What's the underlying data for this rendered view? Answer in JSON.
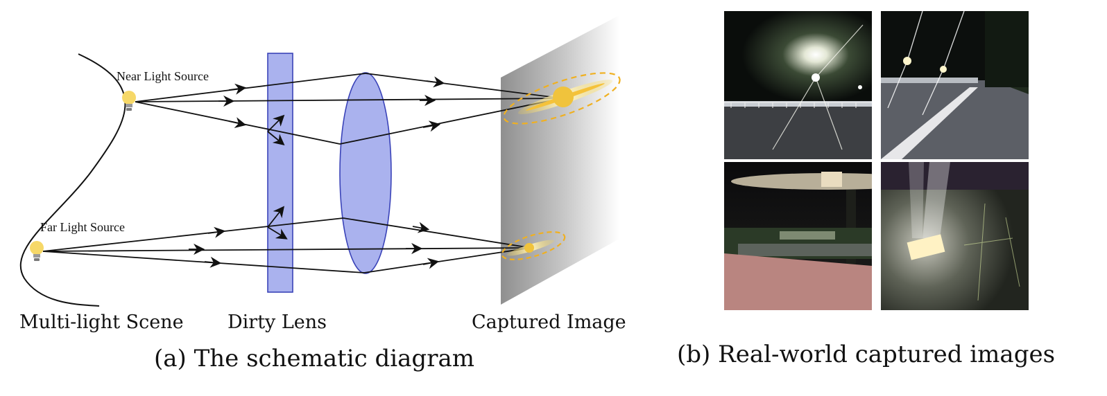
{
  "diagram": {
    "near_light_label": "Near Light Source",
    "far_light_label": "Far Light Source",
    "scene_label": "Multi-light Scene",
    "lens_label": "Dirty Lens",
    "image_label": "Captured Image"
  },
  "captions": {
    "a": "(a) The schematic diagram",
    "b": "(b) Real-world captured images"
  },
  "colors": {
    "lens_fill": "#aab2ee",
    "lens_stroke": "#3a43b8",
    "light_yellow": "#f0c33c",
    "flare_dash": "#f0b020",
    "sensor_dark": "#8f8f8f",
    "sensor_light": "#ffffff"
  },
  "photos": [
    {
      "name": "photo-street-near-lights",
      "scene": "night road with streetlights and fence"
    },
    {
      "name": "photo-road-far-lights",
      "scene": "night road with two distant lamps"
    },
    {
      "name": "photo-lamp-post",
      "scene": "night lamp post beside a red path"
    },
    {
      "name": "photo-ground-light",
      "scene": "ground light in grass with light rays"
    }
  ]
}
